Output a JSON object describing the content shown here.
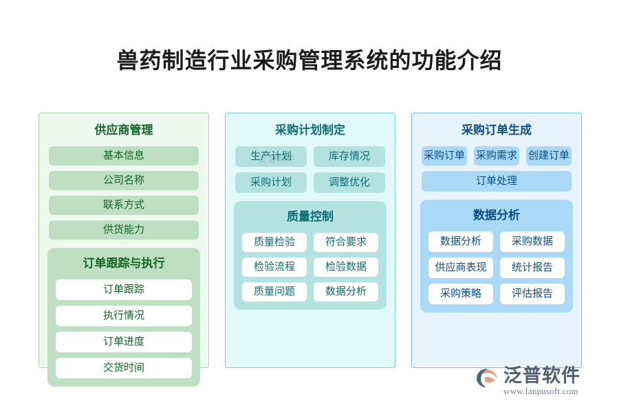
{
  "title": "兽药制造行业采购管理系统的功能介绍",
  "colors": {
    "background": "#ffffff",
    "title_text": "#1b1b1b",
    "green_panel_bg": "#eefaef",
    "green_panel_border": "#a9d5ac",
    "green_text": "#15662b",
    "green_chip": "#bfdfc2",
    "teal_panel_bg": "#e2f9fb",
    "teal_panel_border": "#7fcdd3",
    "teal_text": "#0d6e74",
    "teal_chip": "#b4e2e0",
    "blue_panel_bg": "#e8f4fd",
    "blue_panel_border": "#7fbde8",
    "blue_text": "#0f4d84",
    "blue_chip": "#a9d9f7",
    "brand_text": "#4c5f74",
    "brand_mark_orange": "#e8a188",
    "brand_mark_navy": "#4a6583"
  },
  "columns": [
    {
      "id": "supplier",
      "theme": "green",
      "groups": [
        {
          "id": "supplier-management",
          "title": "供应商管理",
          "style": "plain",
          "rows": [
            [
              "基本信息"
            ],
            [
              "公司名称"
            ],
            [
              "联系方式"
            ],
            [
              "供货能力"
            ]
          ]
        },
        {
          "id": "order-tracking",
          "title": "订单跟踪与执行",
          "style": "card",
          "rows": [
            [
              "订单跟踪"
            ],
            [
              "执行情况"
            ],
            [
              "订单进度"
            ],
            [
              "交货时间"
            ]
          ]
        }
      ]
    },
    {
      "id": "procurement-plan",
      "theme": "teal",
      "groups": [
        {
          "id": "purchase-plan",
          "title": "采购计划制定",
          "style": "plain",
          "rows": [
            [
              "生产计划",
              "库存情况"
            ],
            [
              "采购计划",
              "调整优化"
            ]
          ]
        },
        {
          "id": "quality-control",
          "title": "质量控制",
          "style": "card",
          "rows": [
            [
              "质量检验",
              "符合要求"
            ],
            [
              "检验流程",
              "检验数据"
            ],
            [
              "质量问题",
              "数据分析"
            ]
          ]
        }
      ]
    },
    {
      "id": "order-generation",
      "theme": "blue",
      "groups": [
        {
          "id": "purchase-order",
          "title": "采购订单生成",
          "style": "plain",
          "rows": [
            [
              "采购订单",
              "采购需求",
              "创建订单"
            ],
            [
              "订单处理"
            ]
          ]
        },
        {
          "id": "data-analysis",
          "title": "数据分析",
          "style": "card",
          "rows": [
            [
              "数据分析",
              "采购数据"
            ],
            [
              "供应商表现",
              "统计报告"
            ],
            [
              "采购策略",
              "评估报告"
            ]
          ]
        }
      ]
    }
  ],
  "watermark": {
    "name": "泛普软件",
    "sub": "FANPU SOFTWARE"
  },
  "brand": {
    "name": "泛普软件",
    "url": "www.fanpusoft.com"
  }
}
